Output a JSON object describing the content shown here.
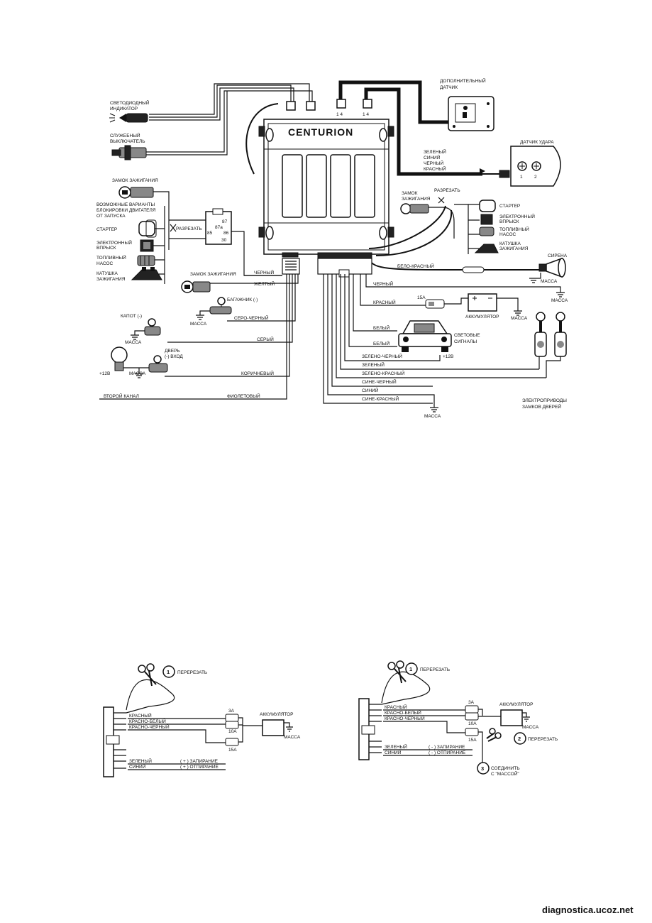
{
  "main": {
    "brand": "CENTURION",
    "left": {
      "led_indicator": [
        "СВЕТОДИОДНЫЙ",
        "ИНДИКАТОР"
      ],
      "service_switch": [
        "СЛУЖЕБНЫЙ",
        "ВЫКЛЮЧАТЕЛЬ"
      ],
      "ignition_lock": "ЗАМОК ЗАЖИГАНИЯ",
      "immobilizer_options": [
        "ВОЗМОЖНЫЕ ВАРИАНТЫ",
        "БЛОКИРОВКИ ДВИГАТЕЛЯ",
        "ОТ ЗАПУСКА"
      ],
      "starter": "СТАРТЕР",
      "electronic_injection": [
        "ЭЛЕКТРОННЫЙ",
        "ВПРЫСК"
      ],
      "fuel_pump": [
        "ТОПЛИВНЫЙ",
        "НАСОС"
      ],
      "ignition_coil": [
        "КАТУШКА",
        "ЗАЖИГАНИЯ"
      ],
      "cut": "РАЗРЕЗАТЬ",
      "relay_pins": [
        "87",
        "87а",
        "86",
        "85",
        "30"
      ],
      "ignition_lock_2": "ЗАМОК ЗАЖИГАНИЯ",
      "trunk": "БАГАЖНИК (-)",
      "ground": "МАССА",
      "hood": "КАПОТ (-)",
      "door": [
        "ДВЕРЬ",
        "(-) ВХОД"
      ],
      "plus12": "+12В",
      "second_channel": "ВТОРОЙ КАНАЛ"
    },
    "wires_left": {
      "black": "ЧЕРНЫЙ",
      "yellow": "ЖЕЛТЫЙ",
      "grey_black": "СЕРО-ЧЕРНЫЙ",
      "grey": "СЕРЫЙ",
      "brown": "КОРИЧНЕВЫЙ",
      "violet": "ФИОЛЕТОВЫЙ"
    },
    "top": {
      "connector_pins_1": "1 4",
      "connector_pins_2": "1 4",
      "extra_sensor": [
        "ДОПОЛНИТЕЛЬНЫЙ",
        "ДАТЧИК"
      ],
      "shock_sensor": "ДАТЧИК УДАРА",
      "sensor_wires": [
        "ЗЕЛЕНЫЙ",
        "СИНИЙ",
        "ЧЕРНЫЙ",
        "КРАСНЫЙ"
      ],
      "sensor_pins": [
        "1",
        "2"
      ]
    },
    "right": {
      "ignition_lock": [
        "ЗАМОК",
        "ЗАЖИГАНИЯ"
      ],
      "cut": "РАЗРЕЗАТЬ",
      "starter": "СТАРТЕР",
      "electronic_injection": [
        "ЭЛЕКТРОННЫЙ",
        "ВПРЫСК"
      ],
      "fuel_pump": [
        "ТОПЛИВНЫЙ",
        "НАСОС"
      ],
      "ignition_coil": [
        "КАТУШКА",
        "ЗАЖИГАНИЯ"
      ],
      "siren": "СИРЕНА",
      "white_red": "БЕЛО-КРАСНЫЙ",
      "ground": "МАССА",
      "black": "ЧЕРНЫЙ",
      "red": "КРАСНЫЙ",
      "fuse_15a": "15А",
      "battery": "АККУМУЛЯТОР",
      "white_1": "БЕЛЫЙ",
      "white_2": "БЕЛЫЙ",
      "light_signals": [
        "СВЕТОВЫЕ",
        "СИГНАЛЫ"
      ],
      "green_black": "ЗЕЛЕНО-ЧЕРНЫЙ",
      "plus12": "+12В",
      "green": "ЗЕЛЕНЫЙ",
      "green_red": "ЗЕЛЕНО-КРАСНЫЙ",
      "blue_black": "СИНЕ-ЧЕРНЫЙ",
      "blue": "СИНИЙ",
      "blue_red": "СИНЕ-КРАСНЫЙ",
      "door_actuators": [
        "ЭЛЕКТРОПРИВОДЫ",
        "ЗАМКОВ ДВЕРЕЙ"
      ]
    }
  },
  "diagram_a": {
    "step1": "1",
    "cut": "ПЕРЕРЕЗАТЬ",
    "red": "КРАСНЫЙ",
    "red_white": "КРАСНО-БЕЛЫЙ",
    "red_black": "КРАСНО-ЧЕРНЫЙ",
    "fuse_3a": "3А",
    "fuse_10a": "10А",
    "fuse_15a": "15А",
    "battery": "АККУМУЛЯТОР",
    "ground": "МАССА",
    "green": "ЗЕЛЕНЫЙ",
    "blue": "СИНИЙ",
    "lock": "( + ) ЗАПИРАНИЕ",
    "unlock": "( + ) ОТПИРАНИЕ"
  },
  "diagram_b": {
    "step1": "1",
    "cut1": "ПЕРЕРЕЗАТЬ",
    "red": "КРАСНЫЙ",
    "red_white": "КРАСНО-БЕЛЫЙ",
    "red_black": "КРАСНО-ЧЕРНЫЙ",
    "fuse_3a": "3А",
    "fuse_10a": "10А",
    "fuse_15a": "15А",
    "battery": "АККУМУЛЯТОР",
    "ground": "МАССА",
    "step2": "2",
    "cut2": "ПЕРЕРЕЗАТЬ",
    "green": "ЗЕЛЕНЫЙ",
    "blue": "СИНИЙ",
    "lock": "( - ) ЗАПИРАНИЕ",
    "unlock": "( - ) ОТПИРАНИЕ",
    "step3": "3",
    "connect": [
      "СОЕДИНИТЬ",
      "С \"МАССОЙ\""
    ]
  },
  "footer": {
    "watermark": "diagnostica.ucoz.net"
  }
}
